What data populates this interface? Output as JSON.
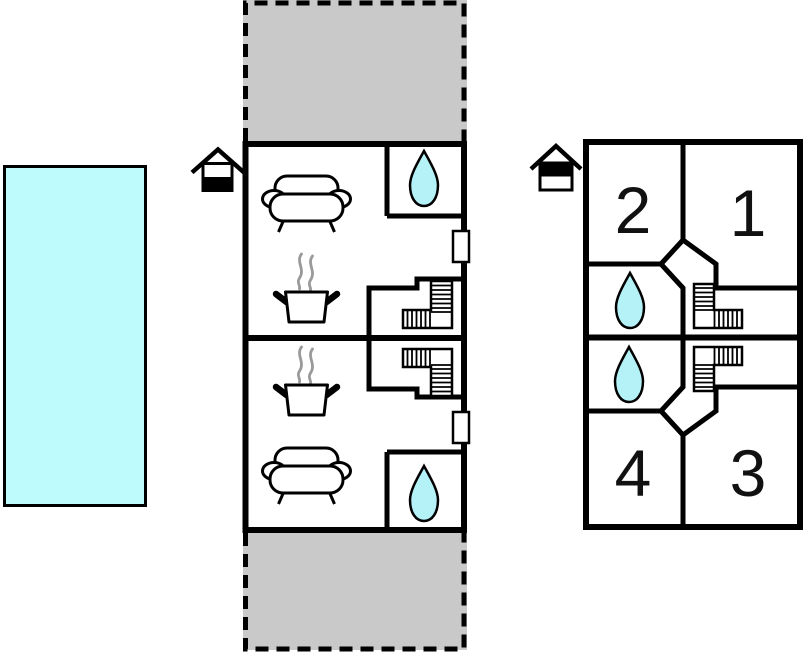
{
  "page": {
    "type": "vacation-home-floor-plan",
    "background": "#ffffff"
  },
  "colors": {
    "pool": "#befbfc",
    "water_drop": "#b5f2f7",
    "garden": "#c9c9c9",
    "wall": "#000000",
    "steam": "#9a9a9a",
    "window": "#ffffff"
  },
  "pool": {
    "name": "swimming-pool"
  },
  "ground_floor": {
    "entrance_icon": "house-ground-floor-icon",
    "garden_top": "garden-terrace-area",
    "garden_bottom": "garden-terrace-area",
    "units": [
      {
        "name": "unit-top",
        "items": [
          "sofa",
          "stove",
          "bathroom-water-drop",
          "staircase",
          "window"
        ]
      },
      {
        "name": "unit-bottom",
        "items": [
          "sofa",
          "stove",
          "bathroom-water-drop",
          "staircase",
          "window"
        ]
      }
    ]
  },
  "upper_floor": {
    "entrance_icon": "house-upper-floor-icon",
    "rooms": [
      {
        "label": "1"
      },
      {
        "label": "2"
      },
      {
        "label": "3"
      },
      {
        "label": "4"
      }
    ],
    "bathroom_count": 2,
    "staircase_count": 2
  }
}
